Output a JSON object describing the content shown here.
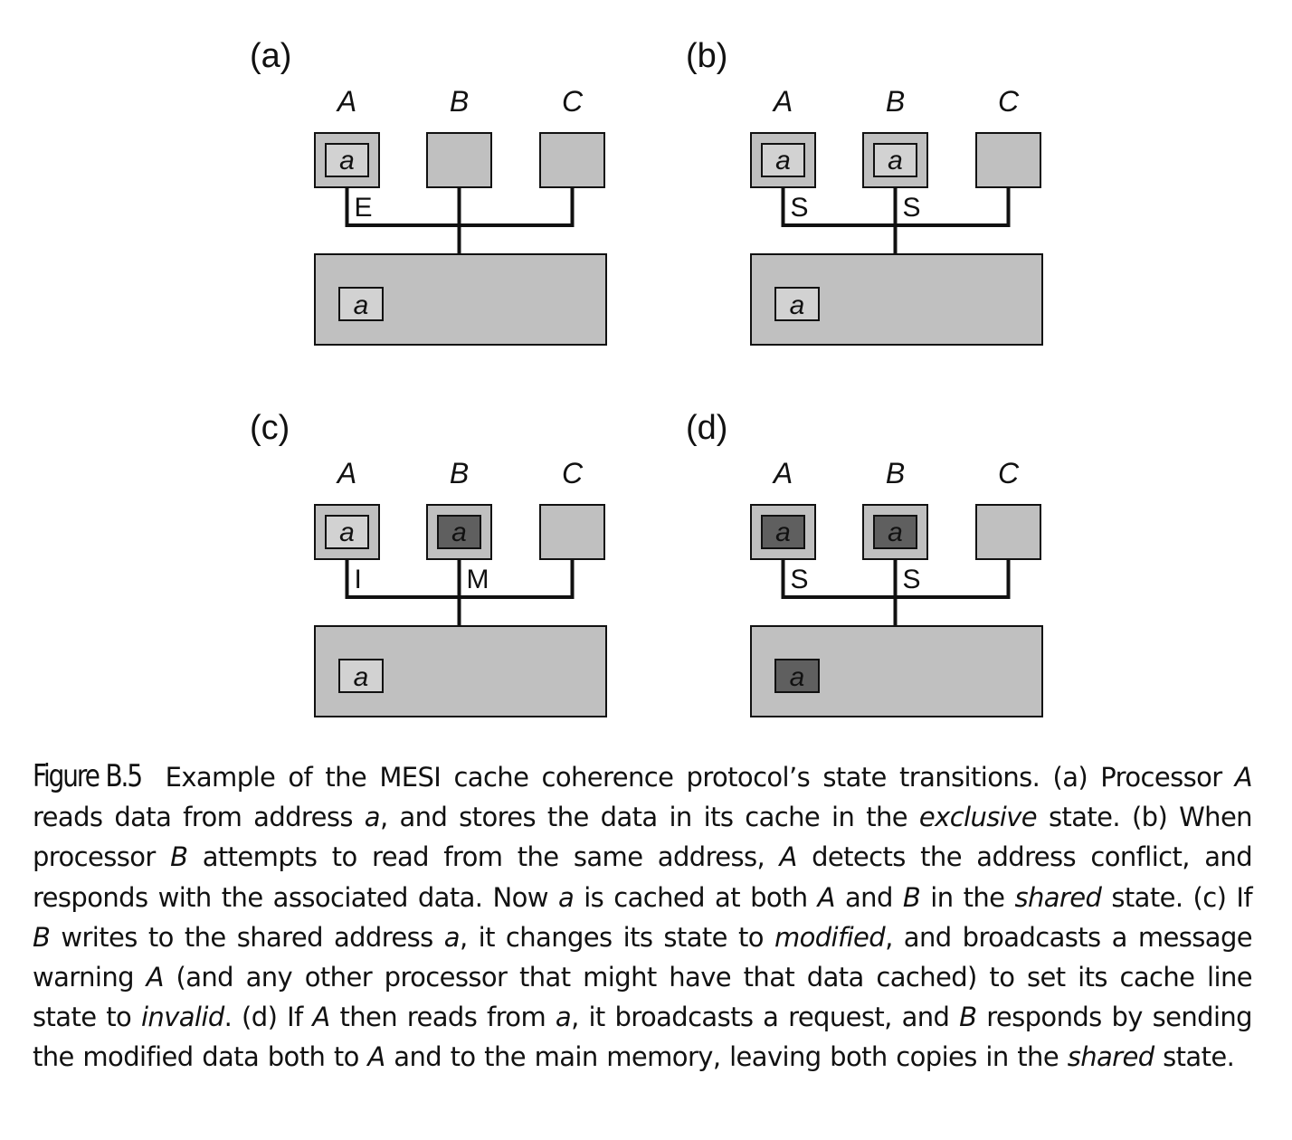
{
  "colors": {
    "cache_fill": "#c0c0c0",
    "memory_fill": "#c0c0c0",
    "line_clean_fill": "#d2d2d2",
    "line_modified_fill": "#5f5f5f",
    "stroke": "#111111"
  },
  "processors": [
    "A",
    "B",
    "C"
  ],
  "panels": [
    {
      "id": "a",
      "label": "(a)",
      "caches": [
        {
          "proc": "A",
          "line": "a",
          "state": "E",
          "fill": "clean"
        },
        {
          "proc": "B",
          "line": null,
          "state": null,
          "fill": null
        },
        {
          "proc": "C",
          "line": null,
          "state": null,
          "fill": null
        }
      ],
      "memory": {
        "line": "a",
        "fill": "clean"
      }
    },
    {
      "id": "b",
      "label": "(b)",
      "caches": [
        {
          "proc": "A",
          "line": "a",
          "state": "S",
          "fill": "clean"
        },
        {
          "proc": "B",
          "line": "a",
          "state": "S",
          "fill": "clean"
        },
        {
          "proc": "C",
          "line": null,
          "state": null,
          "fill": null
        }
      ],
      "memory": {
        "line": "a",
        "fill": "clean"
      }
    },
    {
      "id": "c",
      "label": "(c)",
      "caches": [
        {
          "proc": "A",
          "line": "a",
          "state": "I",
          "fill": "clean"
        },
        {
          "proc": "B",
          "line": "a",
          "state": "M",
          "fill": "modified"
        },
        {
          "proc": "C",
          "line": null,
          "state": null,
          "fill": null
        }
      ],
      "memory": {
        "line": "a",
        "fill": "clean"
      }
    },
    {
      "id": "d",
      "label": "(d)",
      "caches": [
        {
          "proc": "A",
          "line": "a",
          "state": "S",
          "fill": "modified"
        },
        {
          "proc": "B",
          "line": "a",
          "state": "S",
          "fill": "modified"
        },
        {
          "proc": "C",
          "line": null,
          "state": null,
          "fill": null
        }
      ],
      "memory": {
        "line": "a",
        "fill": "modified"
      }
    }
  ],
  "caption": {
    "figure_id": "Figure B.5",
    "segments": [
      {
        "text": "Example of the MESI cache coherence protocol’s state transitions. (a) Processor ",
        "italic": false
      },
      {
        "text": "A",
        "italic": true
      },
      {
        "text": " reads data from address ",
        "italic": false
      },
      {
        "text": "a",
        "italic": true
      },
      {
        "text": ", and stores the data in its cache in the ",
        "italic": false
      },
      {
        "text": "exclusive",
        "italic": true
      },
      {
        "text": " state. (b) When processor ",
        "italic": false
      },
      {
        "text": "B",
        "italic": true
      },
      {
        "text": " attempts to read from the same address, ",
        "italic": false
      },
      {
        "text": "A",
        "italic": true
      },
      {
        "text": " detects the address conflict, and responds with the associated data. Now ",
        "italic": false
      },
      {
        "text": "a",
        "italic": true
      },
      {
        "text": " is cached at both ",
        "italic": false
      },
      {
        "text": "A",
        "italic": true
      },
      {
        "text": " and ",
        "italic": false
      },
      {
        "text": "B",
        "italic": true
      },
      {
        "text": " in the ",
        "italic": false
      },
      {
        "text": "shared",
        "italic": true
      },
      {
        "text": " state. (c) If ",
        "italic": false
      },
      {
        "text": "B",
        "italic": true
      },
      {
        "text": " writes to the shared address ",
        "italic": false
      },
      {
        "text": "a",
        "italic": true
      },
      {
        "text": ", it changes its state to ",
        "italic": false
      },
      {
        "text": "modified",
        "italic": true
      },
      {
        "text": ", and broadcasts a message warning ",
        "italic": false
      },
      {
        "text": "A",
        "italic": true
      },
      {
        "text": " (and any other processor that might have that data cached) to set its cache line state to ",
        "italic": false
      },
      {
        "text": "invalid",
        "italic": true
      },
      {
        "text": ". (d) If ",
        "italic": false
      },
      {
        "text": "A",
        "italic": true
      },
      {
        "text": " then reads from ",
        "italic": false
      },
      {
        "text": "a",
        "italic": true
      },
      {
        "text": ", it broadcasts a request, and ",
        "italic": false
      },
      {
        "text": "B",
        "italic": true
      },
      {
        "text": " responds by sending the modified data both to ",
        "italic": false
      },
      {
        "text": "A",
        "italic": true
      },
      {
        "text": " and to the main memory, leaving both copies in the ",
        "italic": false
      },
      {
        "text": "shared",
        "italic": true
      },
      {
        "text": " state.",
        "italic": false
      }
    ]
  }
}
